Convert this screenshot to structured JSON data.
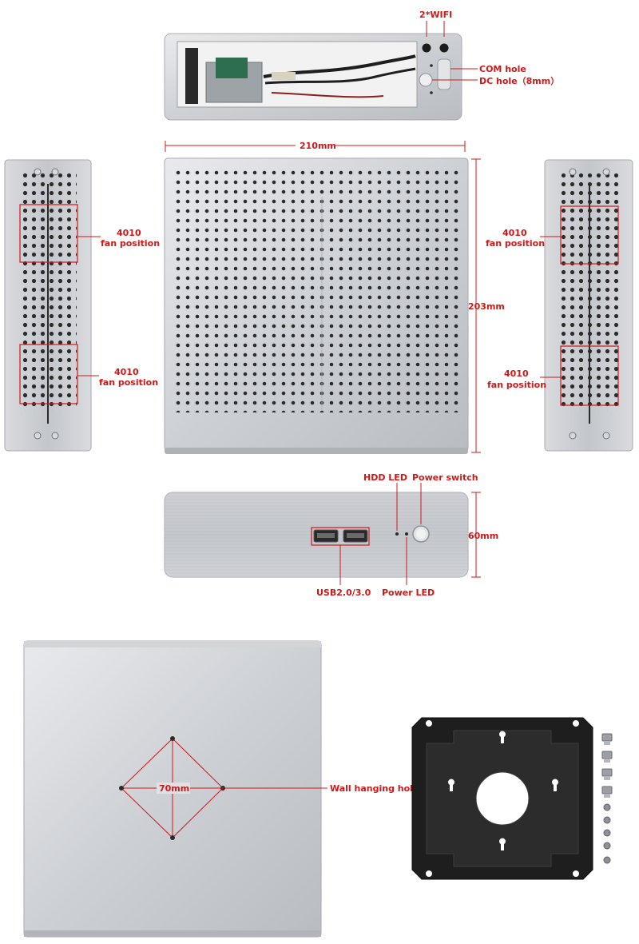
{
  "colors": {
    "annotation": "#d01818",
    "aluminum": "#c9cbcf",
    "aluminum_light": "#e6e7ea",
    "aluminum_dark": "#9fa3a8",
    "hole": "#2b2b2b",
    "bracket": "#1c1c1c"
  },
  "labels": {
    "wifi": "2*WIFI",
    "com_hole": "COM hole",
    "dc_hole": "DC hole（8mm）",
    "width": "210mm",
    "depth": "203mm",
    "height": "60mm",
    "fan_number": "4010",
    "fan_position": "fan position",
    "hdd_led": "HDD LED",
    "power_switch": "Power switch",
    "usb": "USB2.0/3.0",
    "power_led": "Power LED",
    "vesa_spacing": "70mm",
    "wall_hanging_hole": "Wall hanging hole"
  },
  "icons": {
    "screw": "screw-icon",
    "usb_port": "usb-port-icon",
    "led": "led-dot-icon",
    "power_button": "power-button-icon",
    "vesa_bracket": "vesa-bracket-icon"
  }
}
